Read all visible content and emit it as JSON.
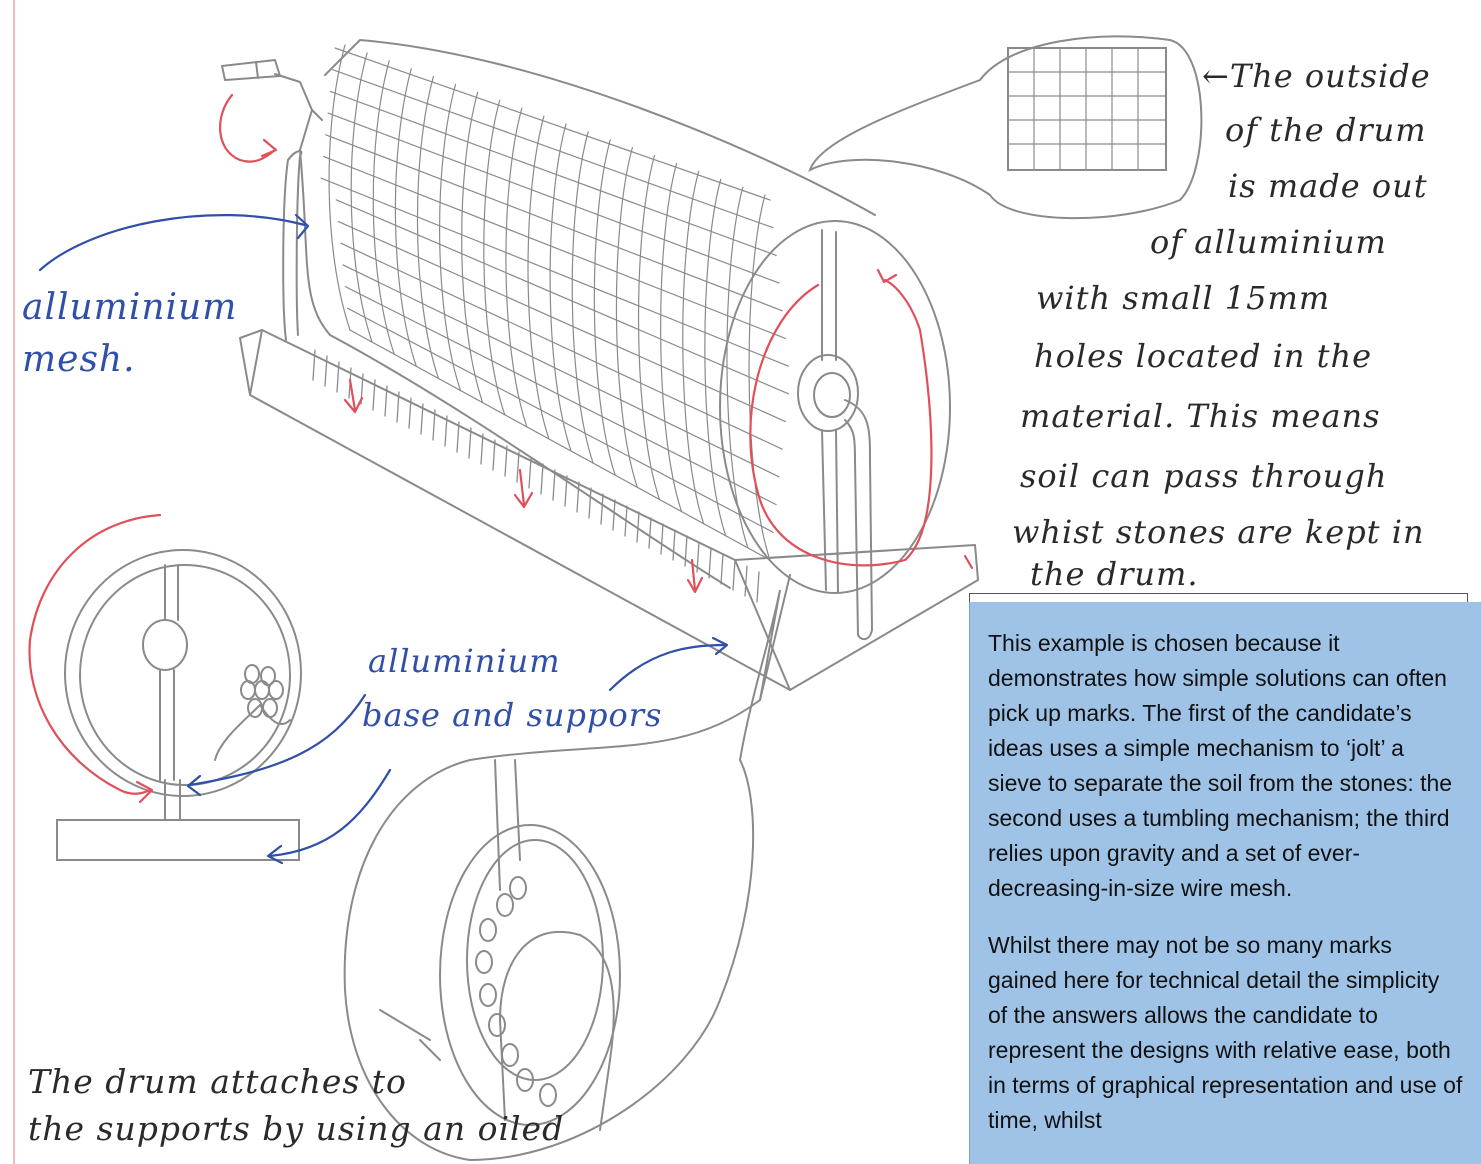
{
  "annotations": {
    "mesh_label": [
      "alluminium",
      "mesh."
    ],
    "base_label": [
      "alluminium",
      "base and suppors"
    ],
    "outside_note": [
      "←The outside",
      "of the drum",
      "is made out",
      "of alluminium",
      "with small 15mm",
      "holes located in the",
      "material. This means",
      "soil can pass through",
      "whist stones are kept in",
      "the drum."
    ],
    "bottom_note": [
      "The drum attaches to",
      "the supports by using an oiled"
    ]
  },
  "commentary": {
    "paragraphs": [
      "This example is chosen because it demonstrates how simple solutions can often pick up marks. The first of the candidate’s ideas uses a simple mechanism to ‘jolt’ a sieve to separate the soil from the stones: the second uses a tumbling mechanism; the third relies upon gravity and a set of ever-decreasing-in-size wire mesh.",
      "Whilst there may not be so many marks gained here for technical detail the simplicity of the answers allows the candidate to represent the designs with relative ease, both in terms of graphical representation and use of time, whilst"
    ]
  },
  "colors": {
    "pencil": "#8a8a8a",
    "red_arrow": "#e0505a",
    "blue_arrow": "#2f4fa8",
    "commentary_bg": "#9fc3e6",
    "margin_line": "#f2b8c0"
  }
}
